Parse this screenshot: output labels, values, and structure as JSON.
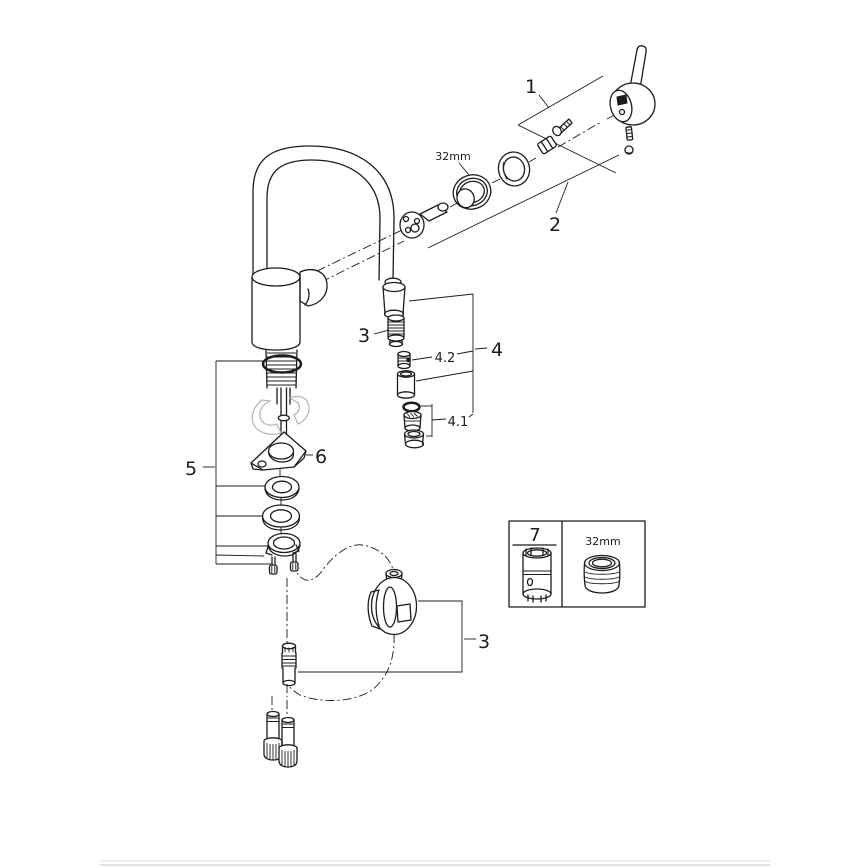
{
  "diagram": {
    "kind": "exploded-parts-diagram",
    "labels": {
      "group1": "1",
      "group2": "2",
      "hose_upper": "3",
      "group4": "4",
      "group4_sub1": "4.1",
      "group4_sub2": "4.2",
      "group5": "5",
      "part6": "6",
      "hose_lower": "3",
      "tool7": "7",
      "cartridge_nut_size": "32mm",
      "box_nut_size": "32mm"
    },
    "colors": {
      "line": "#1c1c1c",
      "ghost_part": "#b3b3b3",
      "footer_divider": "#d9d9d9",
      "background": "#ffffff"
    }
  }
}
